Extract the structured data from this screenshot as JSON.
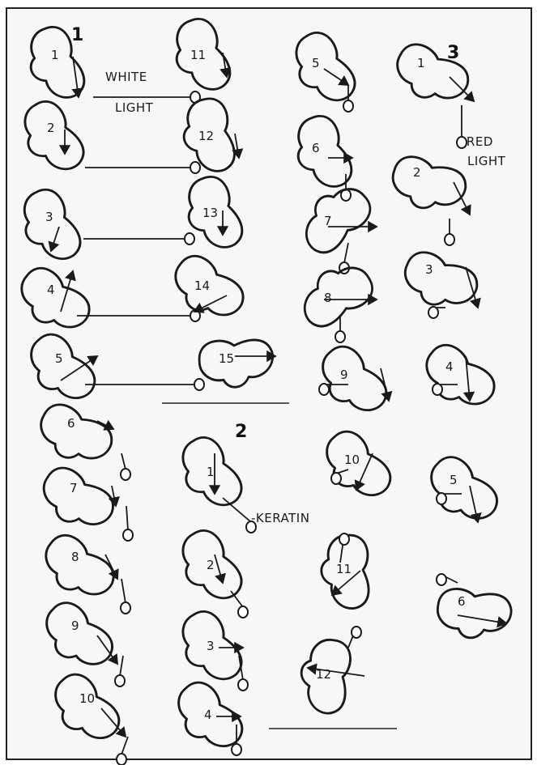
{
  "groups": {
    "g1": "1",
    "g2": "2",
    "g3": "3"
  },
  "labels": {
    "white": "WHITE",
    "light1": "LIGHT",
    "keratin": "-KERATIN",
    "red": "-RED",
    "light3": "LIGHT"
  },
  "col1": [
    "1",
    "2",
    "3",
    "4",
    "5",
    "6",
    "7",
    "8",
    "9",
    "10"
  ],
  "col2a": [
    "11",
    "12",
    "13",
    "14",
    "15"
  ],
  "col2b": [
    "1",
    "2",
    "3",
    "4"
  ],
  "col3": [
    "5",
    "6",
    "7",
    "8",
    "9",
    "10",
    "11",
    "12"
  ],
  "col4": [
    "1",
    "2",
    "3",
    "4",
    "5",
    "6"
  ],
  "colors": {
    "ink": "#1a1a1a",
    "paper": "#f7f7f7"
  }
}
